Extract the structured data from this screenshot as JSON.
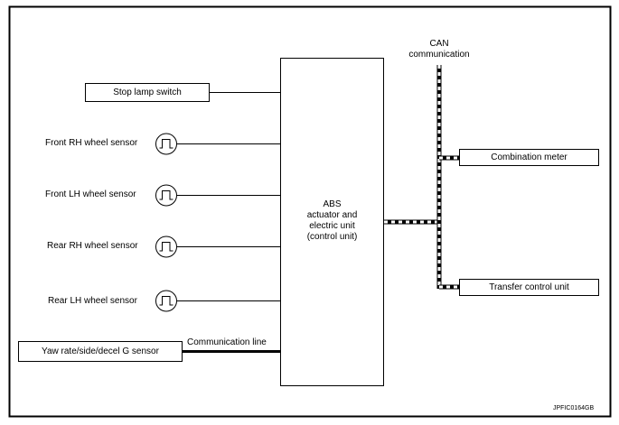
{
  "inputs": {
    "stop_lamp_switch": "Stop lamp switch",
    "front_rh": "Front RH wheel sensor",
    "front_lh": "Front LH wheel sensor",
    "rear_rh": "Rear RH wheel sensor",
    "rear_lh": "Rear LH wheel sensor",
    "yaw_sensor": "Yaw rate/side/decel G sensor",
    "comm_line": "Communication line"
  },
  "abs_unit": {
    "line1": "ABS",
    "line2": "actuator and",
    "line3": "electric unit",
    "line4": "(control unit)"
  },
  "can": {
    "line1": "CAN",
    "line2": "communication"
  },
  "outputs": {
    "combination_meter": "Combination meter",
    "transfer_control_unit": "Transfer control unit"
  },
  "figure_id": "JPFIC0164GB"
}
